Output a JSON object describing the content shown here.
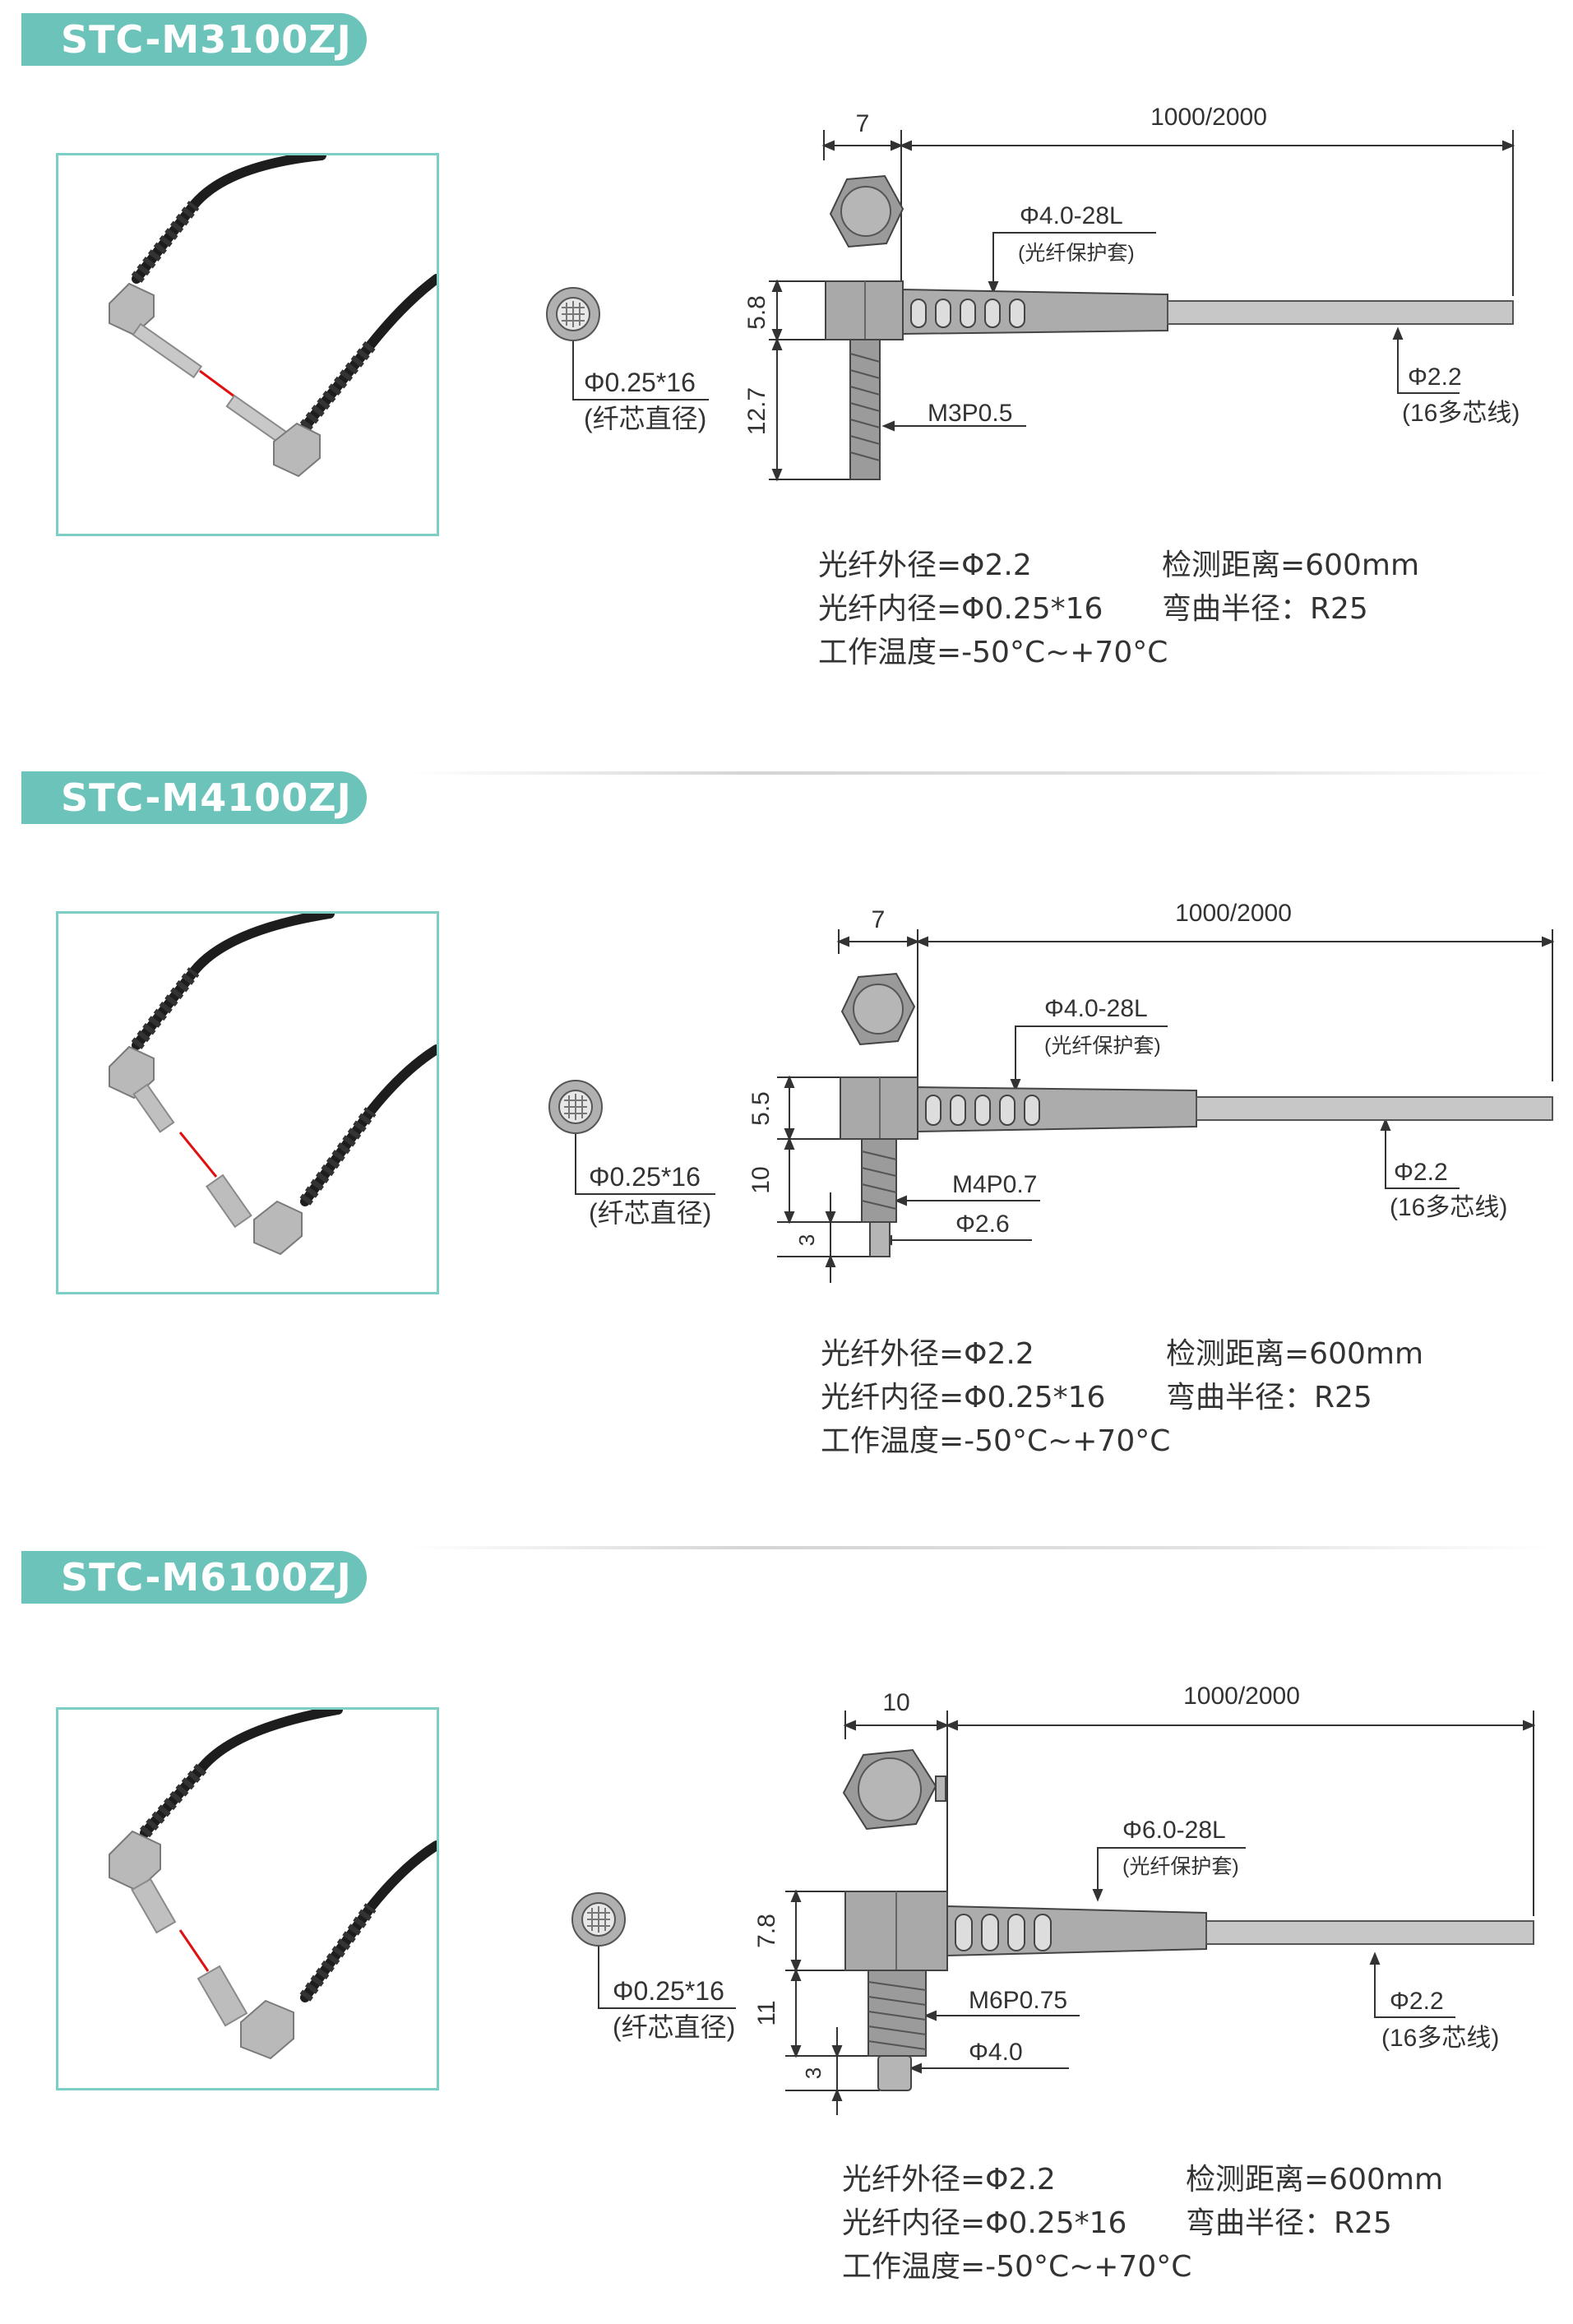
{
  "sections": [
    {
      "model": "STC-M3100ZJ",
      "dims": {
        "head_width": "7",
        "cable_length": "1000/2000",
        "sleeve": "Φ4.0-28L",
        "sleeve_note": "(光纤保护套)",
        "head_height": "5.8",
        "thread_length": "12.7",
        "thread": "M3P0.5",
        "core": "Φ0.25*16",
        "core_note": "(纤芯直径)",
        "cable_dia": "Φ2.2",
        "cable_note": "(16多芯线)"
      },
      "specs_left": [
        "光纤外径=Φ2.2",
        "光纤内径=Φ0.25*16",
        "工作温度=-50°C~+70°C"
      ],
      "specs_right": [
        "检测距离=600mm",
        "弯曲半径：R25"
      ]
    },
    {
      "model": "STC-M4100ZJ",
      "dims": {
        "head_width": "7",
        "cable_length": "1000/2000",
        "sleeve": "Φ4.0-28L",
        "sleeve_note": "(光纤保护套)",
        "head_height": "5.5",
        "thread_length": "10",
        "tip_length": "3",
        "thread": "M4P0.7",
        "tip_dia": "Φ2.6",
        "core": "Φ0.25*16",
        "core_note": "(纤芯直径)",
        "cable_dia": "Φ2.2",
        "cable_note": "(16多芯线)"
      },
      "specs_left": [
        "光纤外径=Φ2.2",
        "光纤内径=Φ0.25*16",
        "工作温度=-50°C~+70°C"
      ],
      "specs_right": [
        "检测距离=600mm",
        "弯曲半径：R25"
      ]
    },
    {
      "model": "STC-M6100ZJ",
      "dims": {
        "head_width": "10",
        "cable_length": "1000/2000",
        "sleeve": "Φ6.0-28L",
        "sleeve_note": "(光纤保护套)",
        "head_height": "7.8",
        "thread_length": "11",
        "tip_length": "3",
        "thread": "M6P0.75",
        "tip_dia": "Φ4.0",
        "core": "Φ0.25*16",
        "core_note": "(纤芯直径)",
        "cable_dia": "Φ2.2",
        "cable_note": "(16多芯线)"
      },
      "specs_left": [
        "光纤外径=Φ2.2",
        "光纤内径=Φ0.25*16",
        "工作温度=-50°C~+70°C"
      ],
      "specs_right": [
        "检测距离=600mm",
        "弯曲半径：R25"
      ]
    }
  ],
  "colors": {
    "accent": "#6cc3b9",
    "border": "#7dcfc6",
    "metal": "#a7a7a7",
    "cable": "#c4c4c4",
    "line": "#333333"
  }
}
